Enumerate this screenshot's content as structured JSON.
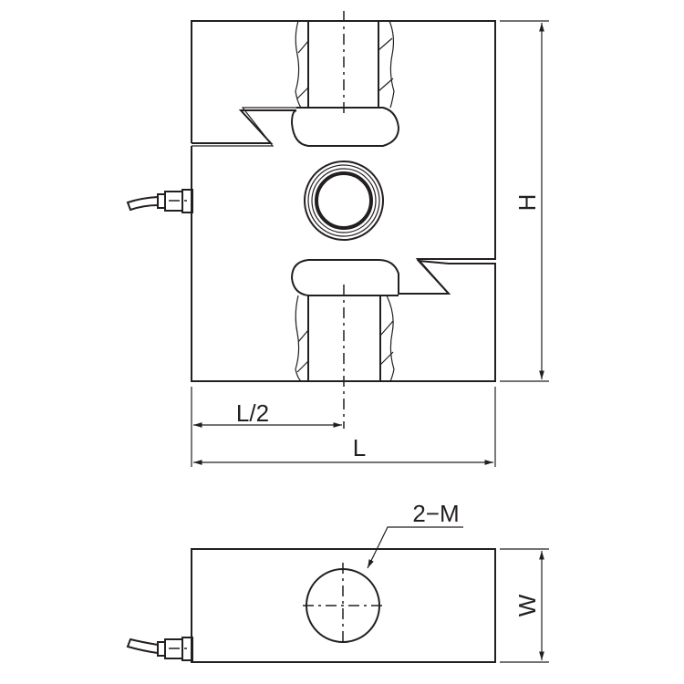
{
  "labels": {
    "height": "H",
    "half_length": "L/2",
    "length": "L",
    "width": "W",
    "thread_callout": "2−M"
  },
  "colors": {
    "line": "#231f20",
    "background": "#ffffff"
  }
}
